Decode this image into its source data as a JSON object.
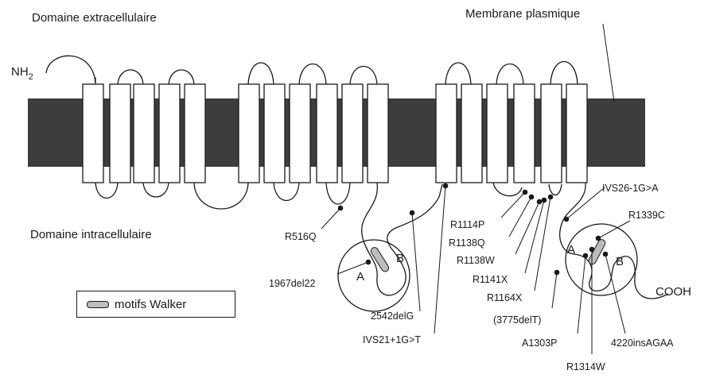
{
  "labels": {
    "extracellular": "Domaine extracellulaire",
    "membrane": "Membrane plasmique",
    "intracellular": "Domaine intracellulaire",
    "nh2": "NH",
    "nh2_sub": "2",
    "cooh": "COOH",
    "nbd1_a": "A",
    "nbd1_b": "B",
    "nbd2_a": "A",
    "nbd2_b": "B"
  },
  "legend": {
    "text": "motifs Walker"
  },
  "mutations": {
    "R516Q": "R516Q",
    "del1967": "1967del22",
    "del2542": "2542delG",
    "ivs21": "IVS21+1G>T",
    "R1114P": "R1114P",
    "R1138Q": "R1138Q",
    "R1138W": "R1138W",
    "R1141X": "R1141X",
    "R1164X": "R1164X",
    "del3775": "(3775delT)",
    "ivs26": "IVS26-1G>A",
    "R1339C": "R1339C",
    "A1303P": "A1303P",
    "R1314W": "R1314W",
    "ins4220": "4220insAGAA"
  },
  "colors": {
    "membrane": "#3d3d3d",
    "ink": "#1a1a1a",
    "walker": "#bdbdbd"
  }
}
